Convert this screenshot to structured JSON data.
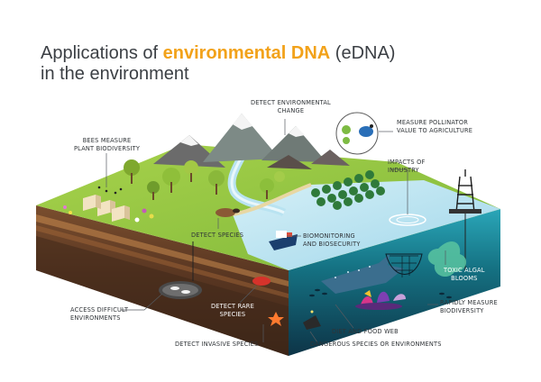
{
  "title": {
    "line1_pre": "Applications of ",
    "line1_highlight": "environmental DNA",
    "line1_post": " (eDNA)",
    "line2": "in the environment"
  },
  "labels": {
    "detect_env_change": [
      "DETECT ENVIRONMENTAL",
      "CHANGE"
    ],
    "pollinator": [
      "MEASURE POLLINATOR",
      "VALUE TO AGRICULTURE"
    ],
    "bees": [
      "BEES MEASURE",
      "PLANT BIODIVERSITY"
    ],
    "industry": [
      "IMPACTS OF",
      "INDUSTRY"
    ],
    "detect_species": [
      "DETECT SPECIES"
    ],
    "biomonitoring": [
      "BIOMONITORING",
      "AND BIOSECURITY"
    ],
    "toxic": [
      "TOXIC ALGAL",
      "BLOOMS"
    ],
    "rapidly": [
      "RAPIDLY MEASURE",
      "BIODIVERSITY"
    ],
    "access": [
      "ACCESS DIFFICULT",
      "ENVIRONMENTS"
    ],
    "rare": [
      "DETECT RARE",
      "SPECIES"
    ],
    "diet": [
      "DIET AND FOOD WEB"
    ],
    "invasive": [
      "DETECT INVASIVE SPECIES"
    ],
    "dangerous": [
      "DANGEROUS SPECIES OR ENVIRONMENTS"
    ]
  },
  "colors": {
    "title_text": "#3b3f44",
    "highlight": "#f2a21a",
    "grass": "#8cc540",
    "water": "#bfe6f3",
    "deep_water": "#0f3d52",
    "soil": "#5b3a26",
    "label_text": "#2f3337",
    "leader_line": "#555a60"
  }
}
